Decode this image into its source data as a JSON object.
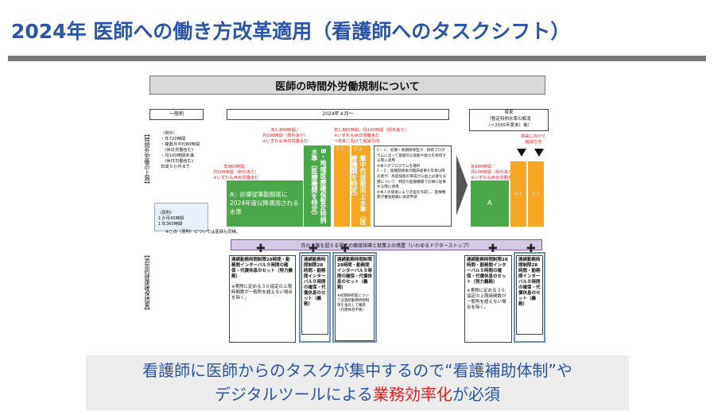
{
  "page": {
    "title": "2024年 医師への働き方改革適用（看護師へのタスクシフト）"
  },
  "figure": {
    "header": "医師の時間外労働規制について",
    "general_rule": "一般則",
    "timeline_label": "2024年４月～",
    "future_label": "将来\n（暫定特例水準の解消\n（＝2035年度末）後）",
    "left_vertical": "【時間外労働の上限】",
    "exceptions": "（例外）\n・年720時間\n・複数月平均80時間\n　(休日労働含む)\n・月100時間未満\n　(休日労働含む)\n年間６か月まで",
    "principle": "（原則）\n１か月45時間\n１年360時間",
    "principle_note": "※この（原則）については医師も同様。",
    "a_note": "年960時間／\n月100時間（例外あり）\n※いずれも休日労働含む",
    "b_note": "年1,860時間／\n月100時間（例外あり）\n※いずれも休日労働含む",
    "c_note": "年1,860時間／月100時間（例外あり）\n※いずれも休日労働含む\n⇒将来に向けて縮減方向",
    "a_box": "A：診療従事勤務医に2024年度以降適用される水準",
    "b_box": "B・地域医療確保暫定特例水準（医療機関を特定）",
    "c1_label": "C-1",
    "c2_label": "C-2",
    "c_box": "集中的技能向上水準（医療機関を特定）",
    "c_desc": "C－１：初期・後期研修医が、研修プログラムに沿って基礎的な技能や能力を修得する際に適用\n※本人がプログラムを選択\nC－２：医籍登録後の臨床従事６年目以降の者が、高度技能の育成が公益上必要な分野について、特定の医療機関で診療に従事する際に適用\n※本人の発意により計画を作成し、医療機関が審査組織に承認申請",
    "future_a_note": "年960時間／\n月100時間（例外あり）\n※いずれも休日労働含む",
    "future_c_note": "将来に向けて\n縮減方向",
    "future_a": "A",
    "future_c1": "C-1",
    "future_c2": "C-2",
    "bottom_vertical": "【追加的健康確保措置】",
    "bar_text": "月の上限を超える場合の面接指導と就業上の措置（いわゆるドクターストップ）",
    "measure1": "連続勤務時間制限28時間・勤務間インターバル９時間の確保・代償休息のセット（努力義務）",
    "measure1_note": "※実際に定める３６協定の上限時間数が一般則を超えない場合を除く。",
    "measure2": "連続勤務時間制限28時間・勤務間インターバル９時間の確保・代償休息のセット（義務）",
    "measure3": "連続勤務時間制限28時間・勤務間インターバル９時間の確保・代償休息のセット（義務）",
    "measure3_note": "※初期研修医については連続勤務時間制限を強化して徹底（代償休息不要）",
    "measure4": "連続勤務時間制限28時間・勤務間インターバル９時間の確保・代償休息のセット（努力義務）",
    "measure4_note": "※実際に定める３６協定の上限時間数が一般則を超えない場合を除く。",
    "measure5": "連続勤務時間制限28時間・勤務間インターバル９時間の確保・代償休息のセット（義務）"
  },
  "caption": {
    "line1": "看護師に医師からのタスクが集中するので“看護補助体制”や",
    "line2_pre": "デジタルツールによる",
    "line2_hl": "業務効率化",
    "line2_post": "が必須"
  },
  "colors": {
    "title": "#2a55a8",
    "rule": "#7a7a7a",
    "green": "#4aa84a",
    "orange": "#f5a623",
    "highlight": "#e02020",
    "caption_bg": "#ececec"
  }
}
